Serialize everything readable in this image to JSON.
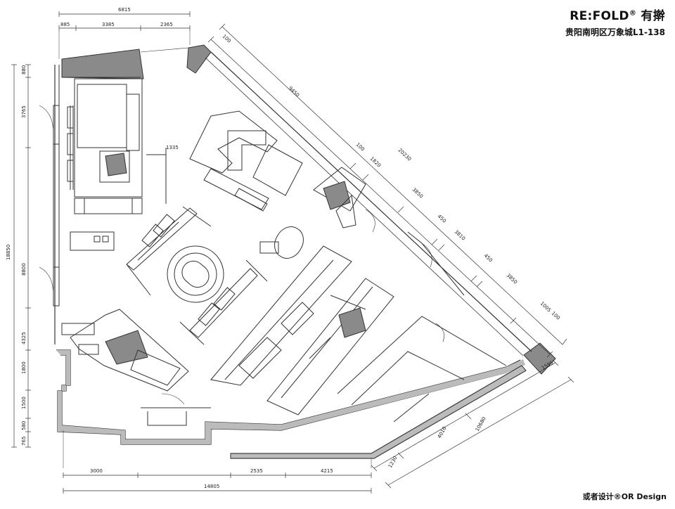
{
  "title": {
    "brand": "RE:FOLD",
    "brand_mark": "®",
    "brand_cn": "有擀",
    "address": "贵阳南明区万象城L1-138",
    "credit": "或者设计®OR Design"
  },
  "dimensions": {
    "top_total": "6815",
    "top_a": "885",
    "top_b": "3385",
    "top_c": "2365",
    "left_total": "18850",
    "left_a": "880",
    "left_b": "3765",
    "left_c": "8800",
    "left_d": "4325",
    "left_e": "1800",
    "left_f": "1500",
    "left_g": "580",
    "left_h": "765",
    "bottom_total": "14805",
    "bottom_a": "3000",
    "bottom_b": "2535",
    "bottom_c": "4215",
    "inner_a": "1335",
    "diag_total": "20230",
    "diag_a": "100",
    "diag_b": "9450",
    "diag_c": "100",
    "diag_d": "1820",
    "diag_e": "3850",
    "diag_f": "450",
    "diag_g": "3810",
    "diag_h": "450",
    "diag_i": "3850",
    "diag_j": "1005",
    "diag_k": "100",
    "right_a": "1595",
    "right_b": "10680",
    "right_c": "4010",
    "right_d": "1230"
  }
}
